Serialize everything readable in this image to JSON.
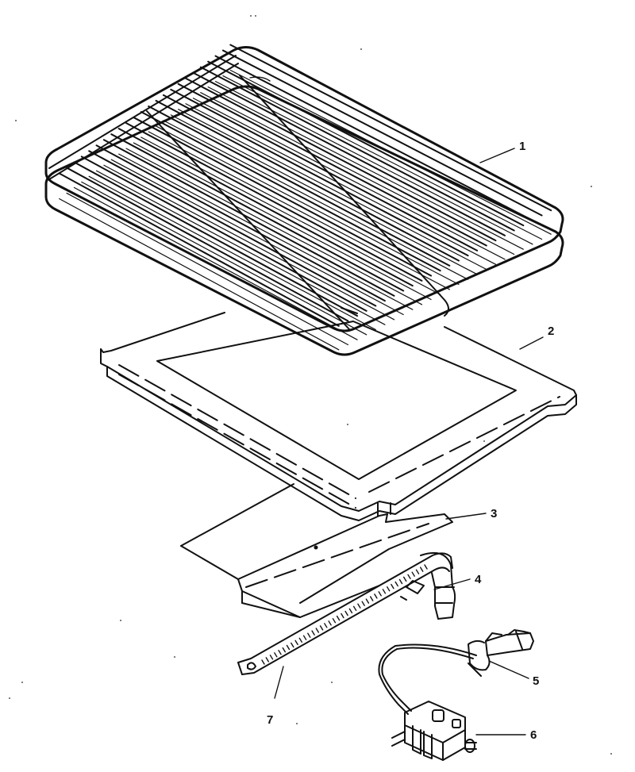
{
  "parts": [
    {
      "id": "rack",
      "label": "1"
    },
    {
      "id": "bake-pan-cover",
      "label": "2"
    },
    {
      "id": "burner-baffle",
      "label": "3"
    },
    {
      "id": "spark-electrode",
      "label": "4"
    },
    {
      "id": "pilot-assembly",
      "label": "5"
    },
    {
      "id": "gas-valve",
      "label": "6"
    },
    {
      "id": "bake-burner",
      "label": "7"
    }
  ]
}
